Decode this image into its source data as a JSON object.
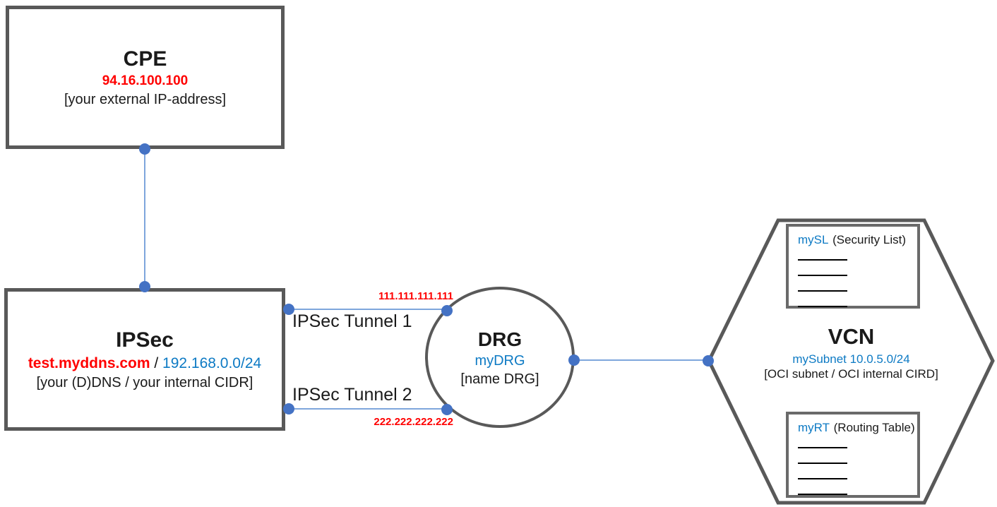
{
  "cpe": {
    "title": "CPE",
    "ip": "94.16.100.100",
    "note": "[your external IP-address]"
  },
  "ipsec": {
    "title": "IPSec",
    "dns": "test.myddns.com",
    "separator": " / ",
    "cidr": "192.168.0.0/24",
    "note": "[your (D)DNS / your internal CIDR]"
  },
  "tunnel1": {
    "label": "IPSec Tunnel 1",
    "ip": "111.111.111.111"
  },
  "tunnel2": {
    "label": "IPSec Tunnel 2",
    "ip": "222.222.222.222"
  },
  "drg": {
    "title": "DRG",
    "name": "myDRG",
    "note": "[name DRG]"
  },
  "vcn": {
    "title": "VCN",
    "subnet": "mySubnet 10.0.5.0/24",
    "note": "[OCI subnet / OCI internal CIRD]"
  },
  "security_list": {
    "name": "mySL",
    "label": "(Security List)"
  },
  "routing_table": {
    "name": "myRT",
    "label": "(Routing Table)"
  },
  "colors": {
    "red_text": "#ff0000",
    "blue_text": "#0d7ac4",
    "dot_blue": "#4472c4",
    "connector_blue": "#7ea6dc",
    "border_gray": "#595959"
  }
}
